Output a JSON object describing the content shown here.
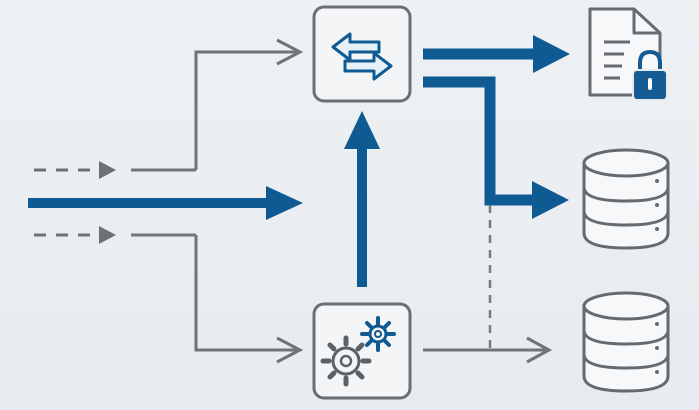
{
  "diagram": {
    "nodes": [
      {
        "id": "switch-box",
        "icon": "exchange-arrows-icon"
      },
      {
        "id": "gear-box",
        "icon": "gears-icon"
      },
      {
        "id": "secure-document",
        "icon": "document-lock-icon"
      },
      {
        "id": "database-upper",
        "icon": "database-icon"
      },
      {
        "id": "database-lower",
        "icon": "database-icon"
      }
    ],
    "connections": [
      {
        "from": "input-main",
        "to": "switch-box",
        "style": "thick"
      },
      {
        "from": "input-upper-dashed",
        "to": "switch-box",
        "style": "thin"
      },
      {
        "from": "input-lower-dashed",
        "to": "gear-box",
        "style": "thin"
      },
      {
        "from": "gear-box",
        "to": "switch-box",
        "style": "thick"
      },
      {
        "from": "switch-box",
        "to": "secure-document",
        "style": "thick"
      },
      {
        "from": "switch-box",
        "to": "database-upper",
        "style": "thick"
      },
      {
        "from": "gear-box",
        "to": "database-lower",
        "style": "thin"
      },
      {
        "from": "database-upper-link",
        "to": "gear-to-db-line",
        "style": "dashed"
      }
    ],
    "colors": {
      "primary_blue": "#0f5a93",
      "line_gray": "#6f7478",
      "box_fill": "#f3f5f7",
      "box_stroke": "#6a6f74",
      "icon_gray": "#5c6166",
      "lock_blue": "#155b94"
    }
  }
}
